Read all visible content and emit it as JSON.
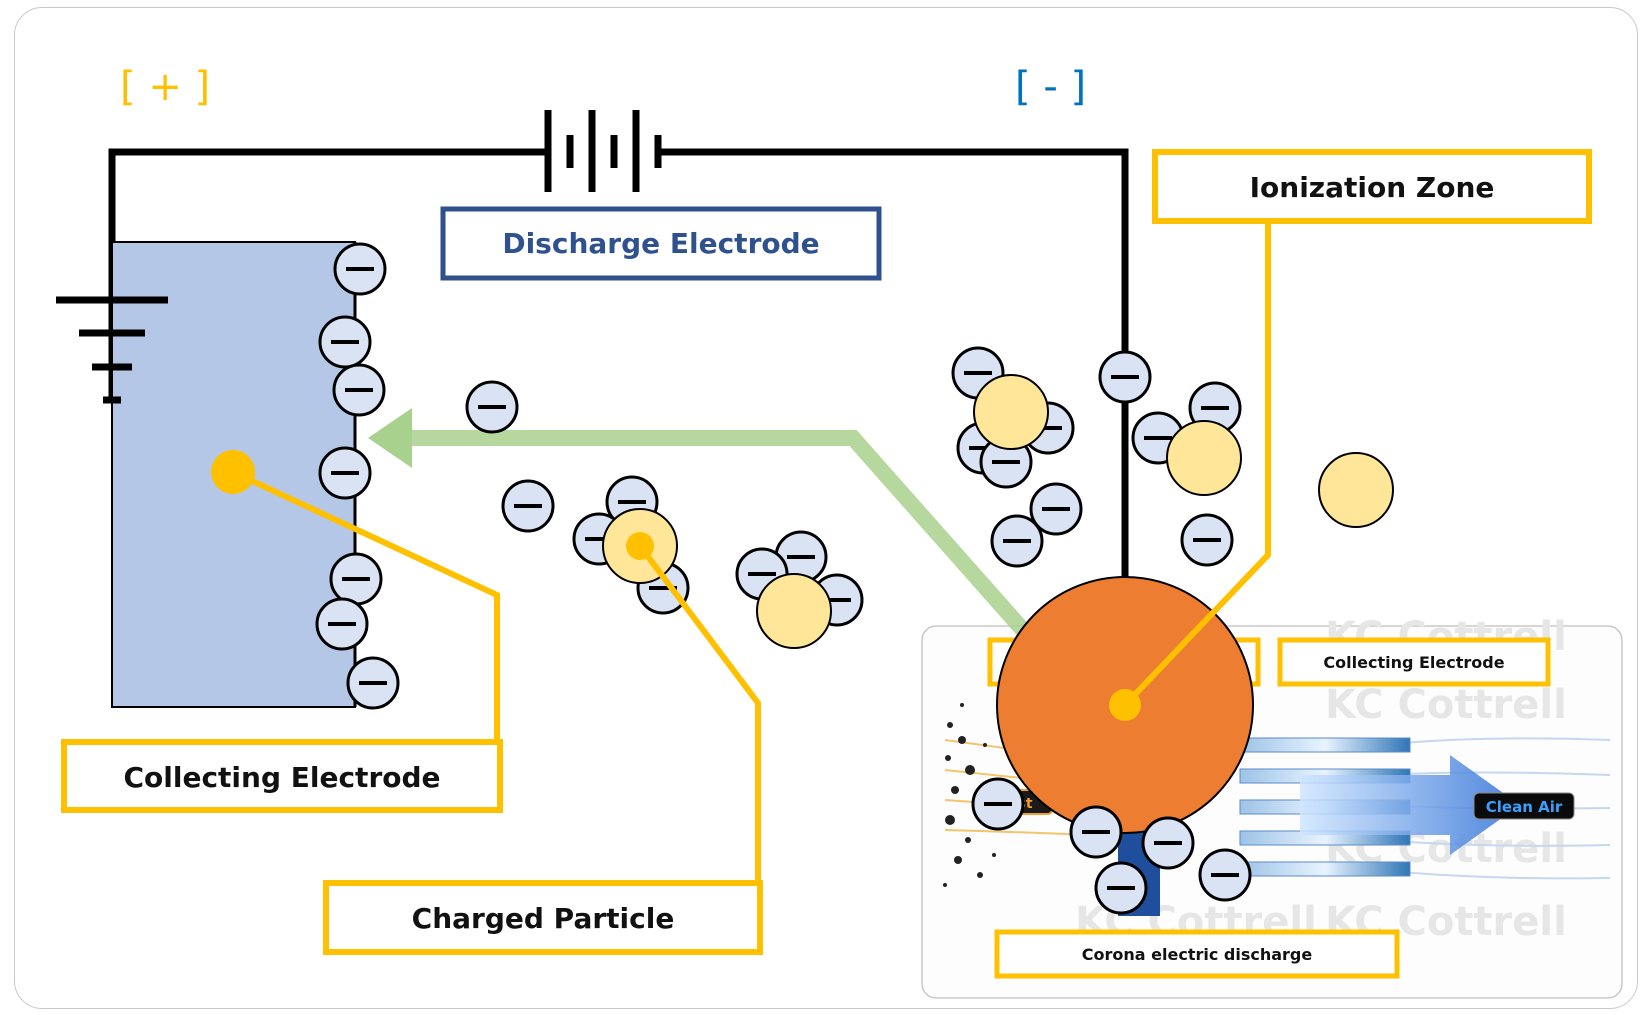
{
  "labels": {
    "positive": "[ + ]",
    "negative": "[ - ]",
    "discharge_electrode": "Discharge Electrode",
    "ionization_zone": "Ionization Zone",
    "collecting_electrode": "Collecting Electrode",
    "charged_particle": "Charged Particle"
  },
  "inset": {
    "collecting_electrode": "Collecting Electrode",
    "corona_discharge": "Corona electric discharge",
    "clean_air": "Clean Air",
    "dust_partial": "st",
    "watermark": "KC Cottrell"
  },
  "colors": {
    "positive": "#ffc000",
    "negative": "#0070c0",
    "label_border": "#ffc000",
    "discharge_label_border": "#2f528f",
    "collecting_plate": "#b4c7e7",
    "ion_fill": "#dae3f3",
    "particle_fill": "#ffe699",
    "corona_core": "#ed7d31",
    "arrow": "#a9d18e"
  },
  "icons": [
    "battery-symbol",
    "ground-symbol",
    "negative-ion-icon",
    "dust-particle-icon",
    "flow-arrow"
  ]
}
